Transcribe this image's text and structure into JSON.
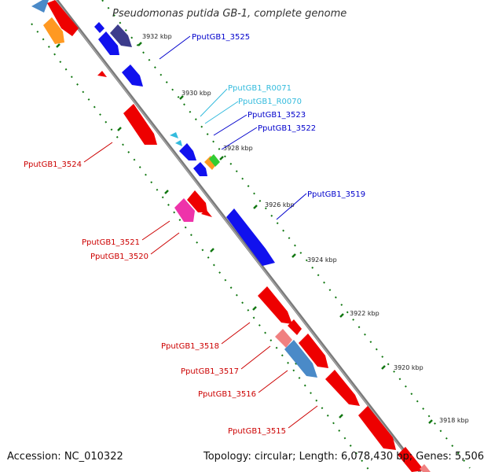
{
  "title": "Pseudomonas putida GB-1, complete genome",
  "footer": {
    "accession": "Accession: NC_010322",
    "topology": "Topology: circular; Length: 6,078,430 bp; Genes: 5,506"
  },
  "ticks": [
    "3932 kbp",
    "3930 kbp",
    "3928 kbp",
    "3926 kbp",
    "3924 kbp",
    "3922 kbp",
    "3920 kbp",
    "3918 kbp"
  ],
  "gene_labels": [
    {
      "text": "PputGB1_3525",
      "color": "#0000cc"
    },
    {
      "text": "PputGB1_R0071",
      "color": "#33bbdd"
    },
    {
      "text": "PputGB1_R0070",
      "color": "#33bbdd"
    },
    {
      "text": "PputGB1_3523",
      "color": "#0000cc"
    },
    {
      "text": "PputGB1_3522",
      "color": "#0000cc"
    },
    {
      "text": "PputGB1_3519",
      "color": "#0000cc"
    },
    {
      "text": "PputGB1_3524",
      "color": "#cc0000"
    },
    {
      "text": "PputGB1_3521",
      "color": "#cc0000"
    },
    {
      "text": "PputGB1_3520",
      "color": "#cc0000"
    },
    {
      "text": "PputGB1_3518",
      "color": "#cc0000"
    },
    {
      "text": "PputGB1_3517",
      "color": "#cc0000"
    },
    {
      "text": "PputGB1_3516",
      "color": "#cc0000"
    },
    {
      "text": "PputGB1_3515",
      "color": "#cc0000"
    }
  ],
  "colors": {
    "backbone": "#808080",
    "tick": "#117711",
    "forward": "#0000ee",
    "reverse": "#ee0000",
    "rrna": "#33bbdd"
  }
}
